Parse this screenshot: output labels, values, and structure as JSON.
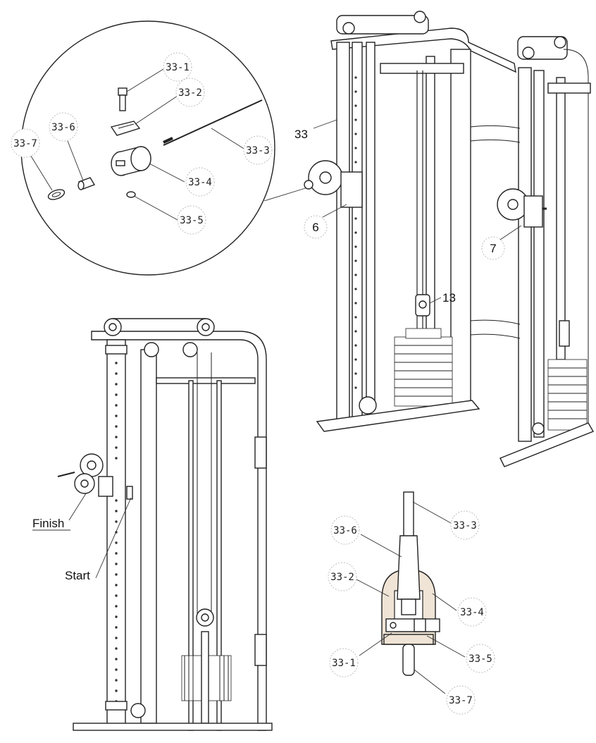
{
  "detail_circle": {
    "labels": [
      "33-1",
      "33-2",
      "33-3",
      "33-4",
      "33-5",
      "33-6",
      "33-7"
    ]
  },
  "main_machine": {
    "labels": [
      "33",
      "6",
      "7",
      "13"
    ]
  },
  "side_view": {
    "finish_label": "Finish",
    "start_label": "Start"
  },
  "section_view": {
    "labels": [
      "33-3",
      "33-6",
      "33-2",
      "33-4",
      "33-5",
      "33-1",
      "33-7"
    ]
  },
  "colors": {
    "line": "#222222",
    "callout_ring": "#bdbdbd",
    "section_fill": "#efe4d6"
  }
}
